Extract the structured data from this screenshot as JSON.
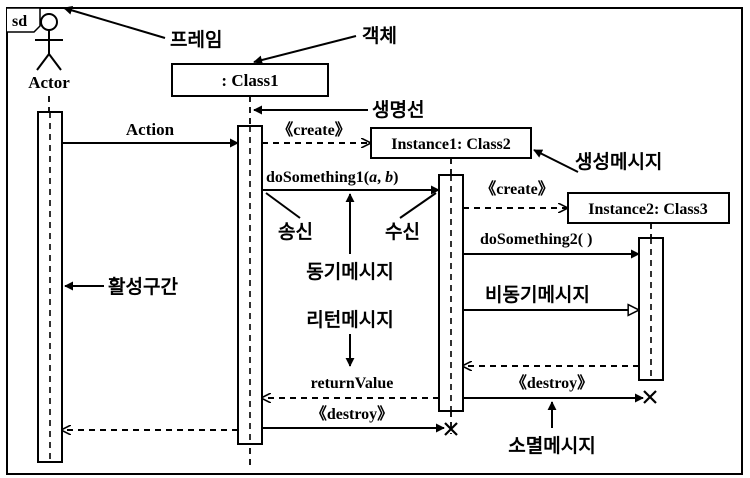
{
  "frame": {
    "label": "sd"
  },
  "actor": {
    "label": "Actor"
  },
  "objects": {
    "class1": ": Class1",
    "instance1": "Instance1: Class2",
    "instance2": "Instance2: Class3"
  },
  "messages": {
    "action": "Action",
    "create1": "《create》",
    "do_something1_name": "doSomething1(",
    "do_something1_a": "a",
    "do_something1_sep": ", ",
    "do_something1_b": "b",
    "do_something1_close": ")",
    "create2": "《create》",
    "do_something2": "doSomething2( )",
    "return_value": "returnValue",
    "destroy1": "《destroy》",
    "destroy2": "《destroy》"
  },
  "annotations": {
    "frame": "프레임",
    "object": "객체",
    "lifeline": "생명선",
    "create_message": "생성메시지",
    "send": "송신",
    "receive": "수신",
    "sync_message": "동기메시지",
    "return_message": "리턴메시지",
    "async_message": "비동기메시지",
    "activation": "활성구간",
    "destroy_message": "소멸메시지"
  }
}
